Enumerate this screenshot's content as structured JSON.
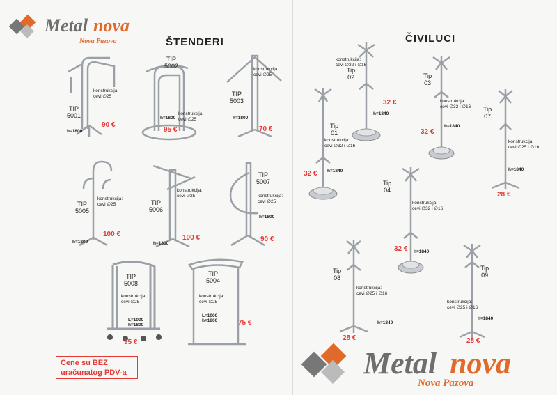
{
  "logo_top": {
    "word1": "Metal",
    "word2": "nova",
    "sub": "Nova Pazova"
  },
  "logo_bottom": {
    "word1": "Metal",
    "word2": "nova",
    "sub": "Nova Pazova"
  },
  "sections": {
    "stenderi": "ŠTENDERI",
    "civiluci": "ČIVILUCI"
  },
  "stenderi": [
    {
      "tip": "TIP\n5001",
      "konstrukcija": "konstrukcija:\ncevi ∅25",
      "h": "h=1800",
      "price": "90 €"
    },
    {
      "tip": "TIP\n5002",
      "konstrukcija": "konstrukcija:\ncevi ∅25",
      "h": "h=1800",
      "price": "95 €"
    },
    {
      "tip": "TIP\n5003",
      "konstrukcija": "konstrukcija:\ncevi ∅25",
      "h": "h=1800",
      "price": "70 €"
    },
    {
      "tip": "TIP\n5005",
      "konstrukcija": "konstrukcija:\ncevi ∅25",
      "h": "h=1800",
      "price": "100 €"
    },
    {
      "tip": "TIP\n5006",
      "konstrukcija": "konstrukcija:\ncevi ∅25",
      "h": "h=1800",
      "price": "100 €"
    },
    {
      "tip": "TIP\n5007",
      "konstrukcija": "konstrukcija:\ncevi ∅25",
      "h": "h=1800",
      "price": "90 €"
    },
    {
      "tip": "TIP\n5008",
      "konstrukcija": "konstrukcija:\ncevi ∅25",
      "h": "L=1000\nh=1800",
      "price": "95 €"
    },
    {
      "tip": "TIP\n5004",
      "konstrukcija": "konstrukcija:\ncevi ∅25",
      "h": "L=1000\nh=1800",
      "price": "75 €"
    }
  ],
  "civiluci": [
    {
      "tip": "Tip\n01",
      "konstrukcija": "konstrukcija:\ncevi ∅32 i ∅16",
      "h": "h=1840",
      "price": "32 €"
    },
    {
      "tip": "Tip\n02",
      "konstrukcija": "konstrukcija:\ncevi ∅32 i ∅16",
      "h": "h=1840",
      "price": "32 €"
    },
    {
      "tip": "Tip\n03",
      "konstrukcija": "konstrukcija:\ncevi ∅32 i ∅16",
      "h": "h=1840",
      "price": "32 €"
    },
    {
      "tip": "Tip\n07",
      "konstrukcija": "konstrukcija:\ncevi ∅25 i ∅16",
      "h": "h=1840",
      "price": "28 €"
    },
    {
      "tip": "Tip\n04",
      "konstrukcija": "konstrukcija:\ncevi ∅32 i ∅16",
      "h": "h=1840",
      "price": "32 €"
    },
    {
      "tip": "Tip\n08",
      "konstrukcija": "konstrukcija:\ncevi ∅25 i ∅16",
      "h": "h=1840",
      "price": "28 €"
    },
    {
      "tip": "Tip\n09",
      "konstrukcija": "konstrukcija:\ncevi ∅25 i ∅16",
      "h": "h=1840",
      "price": "28 €"
    }
  ],
  "note": "Cene su BEZ\nuračunatog PDV-a",
  "colors": {
    "brand_gray": "#6e6e6e",
    "brand_orange": "#e06a2b",
    "price_red": "#e53935"
  }
}
